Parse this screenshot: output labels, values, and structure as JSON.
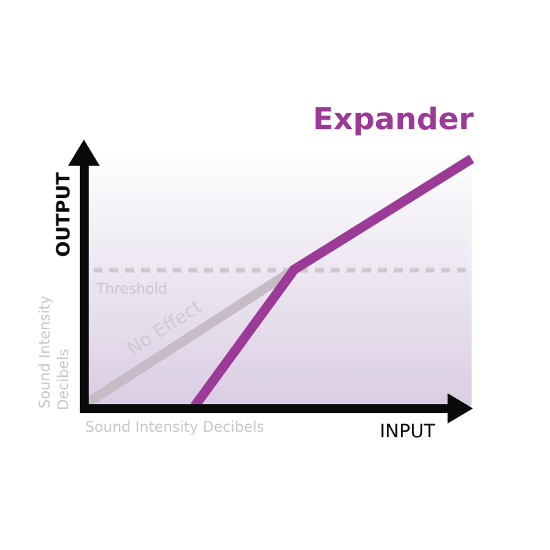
{
  "title": "Expander",
  "axes": {
    "x_label": "INPUT",
    "y_label": "OUTPUT",
    "x_sublabel": "Sound Intensity Decibels",
    "y_sublabel_line1": "Sound Intensity",
    "y_sublabel_line2": "Decibels"
  },
  "annotations": {
    "threshold": "Threshold",
    "no_effect": "No Effect"
  },
  "colors": {
    "accent": "#9b3a97",
    "axis": "#0a0a0a",
    "muted_text": "#c9c6ca",
    "no_effect_line": "#c5bcc6",
    "threshold_line": "#cfc9cf",
    "fill_top": "#ffffff",
    "fill_bottom": "#d9cde3"
  }
}
